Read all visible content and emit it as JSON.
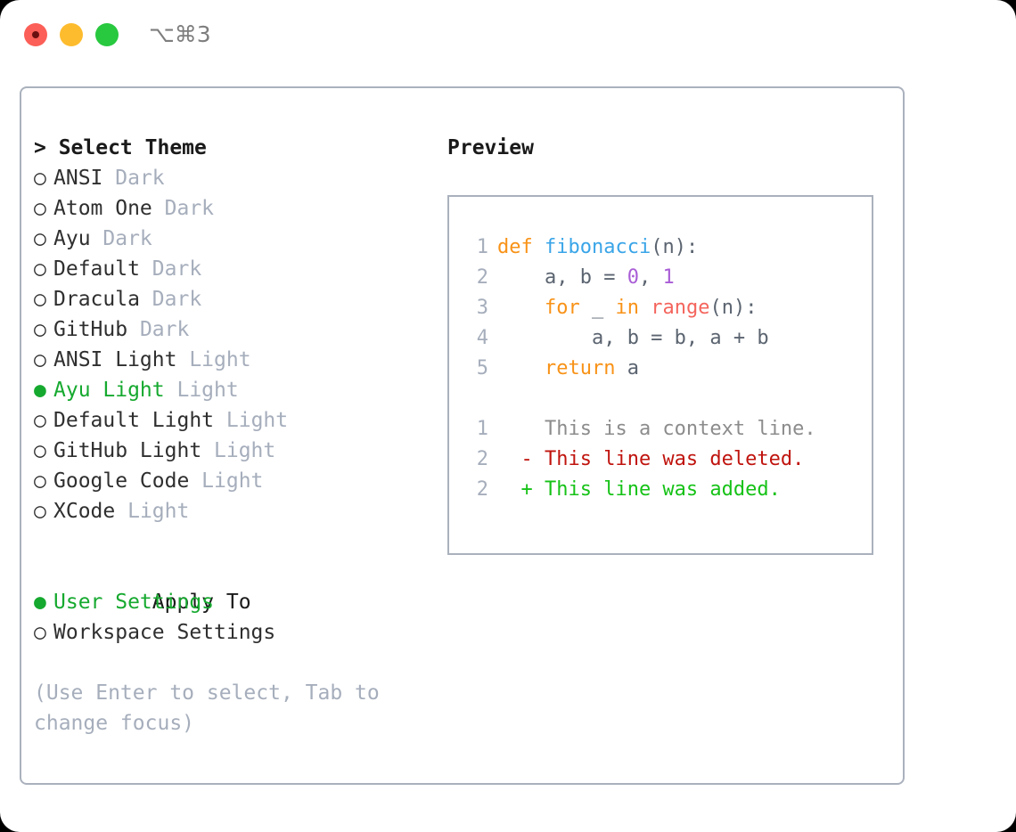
{
  "titlebar": {
    "shortcut": "⌥⌘3",
    "buttons": {
      "close": "close-button",
      "minimize": "minimize-button",
      "maximize": "maximize-button"
    }
  },
  "theme_panel": {
    "heading": "> Select Theme",
    "options": [
      {
        "marker": "○",
        "name": "ANSI",
        "variant": "Dark",
        "selected": false
      },
      {
        "marker": "○",
        "name": "Atom One",
        "variant": "Dark",
        "selected": false
      },
      {
        "marker": "○",
        "name": "Ayu",
        "variant": "Dark",
        "selected": false
      },
      {
        "marker": "○",
        "name": "Default",
        "variant": "Dark",
        "selected": false
      },
      {
        "marker": "○",
        "name": "Dracula",
        "variant": "Dark",
        "selected": false
      },
      {
        "marker": "○",
        "name": "GitHub",
        "variant": "Dark",
        "selected": false
      },
      {
        "marker": "○",
        "name": "ANSI Light",
        "variant": "Light",
        "selected": false
      },
      {
        "marker": "●",
        "name": "Ayu Light",
        "variant": "Light",
        "selected": true
      },
      {
        "marker": "○",
        "name": "Default Light",
        "variant": "Light",
        "selected": false
      },
      {
        "marker": "○",
        "name": "GitHub Light",
        "variant": "Light",
        "selected": false
      },
      {
        "marker": "○",
        "name": "Google Code",
        "variant": "Light",
        "selected": false
      },
      {
        "marker": "○",
        "name": "XCode",
        "variant": "Light",
        "selected": false
      }
    ]
  },
  "apply_to": {
    "heading": "Apply To",
    "options": [
      {
        "marker": "●",
        "label": "User Settings",
        "selected": true
      },
      {
        "marker": "○",
        "label": "Workspace Settings",
        "selected": false
      }
    ]
  },
  "hint": "(Use Enter to select, Tab to change focus)",
  "preview": {
    "title": "Preview",
    "code_lines": [
      {
        "num": "1",
        "tokens": [
          {
            "t": "def ",
            "c": "kw"
          },
          {
            "t": "fibonacci",
            "c": "fn"
          },
          {
            "t": "(n):",
            "c": "pl"
          }
        ]
      },
      {
        "num": "2",
        "tokens": [
          {
            "t": "    a, b = ",
            "c": "pl"
          },
          {
            "t": "0",
            "c": "num"
          },
          {
            "t": ", ",
            "c": "pl"
          },
          {
            "t": "1",
            "c": "num"
          }
        ]
      },
      {
        "num": "3",
        "tokens": [
          {
            "t": "    ",
            "c": "pl"
          },
          {
            "t": "for",
            "c": "kw"
          },
          {
            "t": " _ ",
            "c": "pl"
          },
          {
            "t": "in",
            "c": "kw"
          },
          {
            "t": " ",
            "c": "pl"
          },
          {
            "t": "range",
            "c": "bi"
          },
          {
            "t": "(n):",
            "c": "pl"
          }
        ]
      },
      {
        "num": "4",
        "tokens": [
          {
            "t": "        a, b = b, a + b",
            "c": "pl"
          }
        ]
      },
      {
        "num": "5",
        "tokens": [
          {
            "t": "    ",
            "c": "pl"
          },
          {
            "t": "return",
            "c": "kw"
          },
          {
            "t": " a",
            "c": "pl"
          }
        ]
      }
    ],
    "diff_lines": [
      {
        "num": "1",
        "sign": "  ",
        "text": "This is a context line.",
        "kind": "ctx"
      },
      {
        "num": "2",
        "sign": "- ",
        "text": "This line was deleted.",
        "kind": "del"
      },
      {
        "num": "2",
        "sign": "+ ",
        "text": "This line was added.",
        "kind": "add"
      }
    ]
  },
  "colors": {
    "accent_green": "#16a92f",
    "muted": "#a6aebc",
    "border": "#aab1bd",
    "keyword": "#f89217",
    "function": "#3aa5e8",
    "number": "#a95ed6",
    "builtin": "#f4655d",
    "diff_added": "#16c217",
    "diff_deleted": "#c0140e",
    "traffic_close": "#fb5f57",
    "traffic_min": "#fdbc2e",
    "traffic_max": "#28c83f"
  }
}
